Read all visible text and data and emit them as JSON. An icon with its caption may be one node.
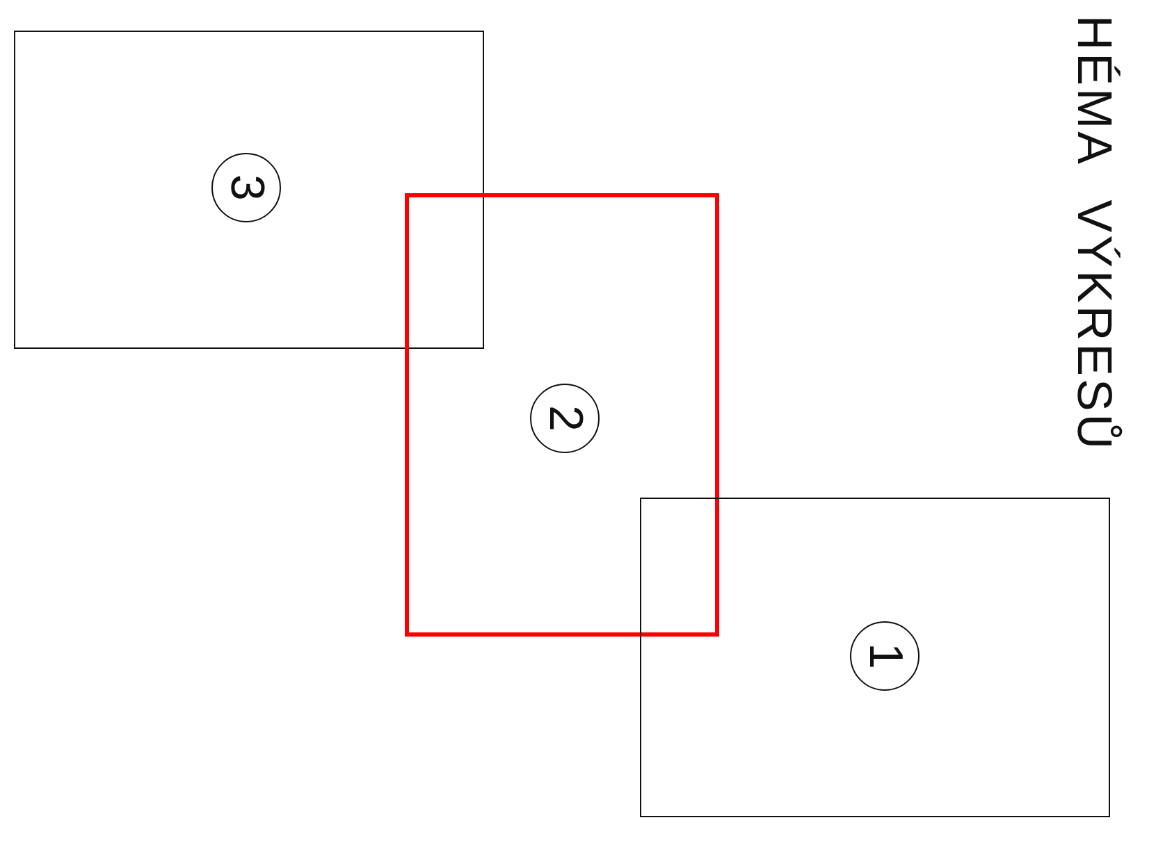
{
  "diagram": {
    "title": "HÉMA VÝKRESŮ",
    "nodes": [
      {
        "text": [],
        "shape": "box"
      },
      {
        "text": [
          "3"
        ],
        "in": 0
      },
      {
        "text": [],
        "shape": "box"
      },
      {
        "text": [
          "2"
        ],
        "in": 2
      },
      {
        "text": [],
        "shape": "box"
      },
      {
        "text": [
          "1"
        ],
        "in": 4
      }
    ]
  }
}
